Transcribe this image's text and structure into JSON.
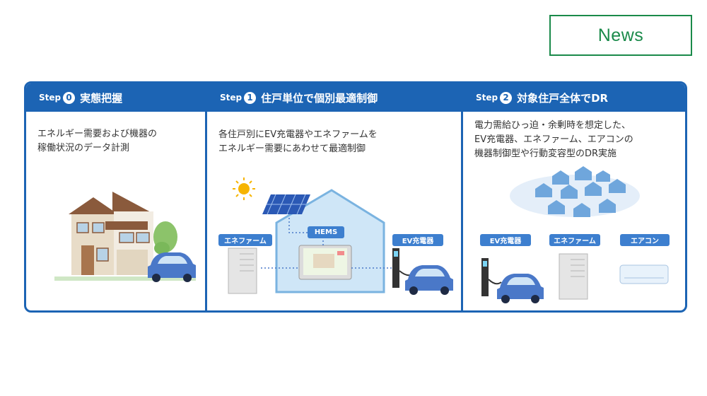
{
  "news": {
    "label": "News"
  },
  "steps": [
    {
      "step_word": "Step",
      "num": "0",
      "title": "実態把握",
      "desc": [
        "エネルギー需要および機器の",
        "稼働状況のデータ計測"
      ]
    },
    {
      "step_word": "Step",
      "num": "1",
      "title": "住戸単位で個別最適制御",
      "desc": [
        "各住戸別にEV充電器やエネファームを",
        "エネルギー需要にあわせて最適制御"
      ]
    },
    {
      "step_word": "Step",
      "num": "2",
      "title": "対象住戸全体でDR",
      "desc": [
        "電力需給ひっ迫・余剰時を想定した、",
        "EV充電器、エネファーム、エアコンの",
        "機器制御型や行動変容型のDR実施"
      ]
    }
  ],
  "step1_tags": {
    "enefarm": "エネファーム",
    "hems": "HEMS",
    "ev": "EV充電器"
  },
  "step2_tags": {
    "ev": "EV充電器",
    "enefarm": "エネファーム",
    "aircon": "エアコン"
  },
  "colors": {
    "brand_blue": "#1c64b4",
    "tag_blue": "#3d7fcf",
    "news_green": "#1a8a4a",
    "house_light_blue": "#cfe6f7"
  },
  "icons": [
    "sun-icon",
    "solar-panel-icon",
    "house-icon",
    "hems-monitor-icon",
    "ev-charger-icon",
    "car-icon",
    "enefarm-unit-icon",
    "air-conditioner-icon",
    "tree-icon",
    "houses-cluster-icon"
  ]
}
